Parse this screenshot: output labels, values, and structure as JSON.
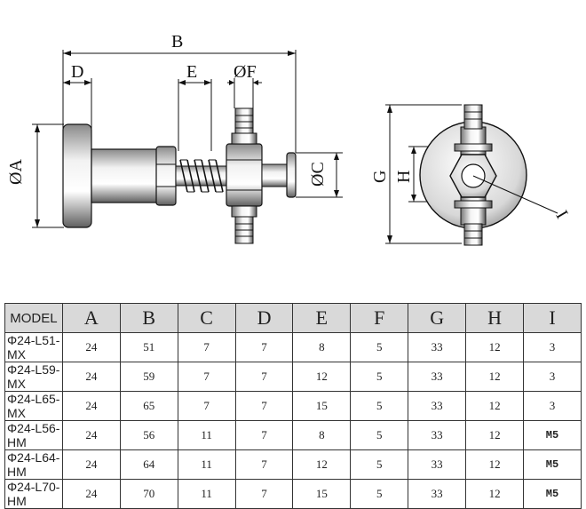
{
  "drawing": {
    "side_labels": {
      "B": "B",
      "D": "D",
      "E": "E",
      "F": "ØF",
      "A": "ØA",
      "C": "ØC"
    },
    "end_labels": {
      "G": "G",
      "H": "H",
      "I": "I"
    }
  },
  "table": {
    "headers": [
      "MODEL",
      "A",
      "B",
      "C",
      "D",
      "E",
      "F",
      "G",
      "H",
      "I"
    ],
    "rows": [
      [
        "Φ24-L51-MX",
        "24",
        "51",
        "7",
        "7",
        "8",
        "5",
        "33",
        "12",
        "3"
      ],
      [
        "Φ24-L59-MX",
        "24",
        "59",
        "7",
        "7",
        "12",
        "5",
        "33",
        "12",
        "3"
      ],
      [
        "Φ24-L65-MX",
        "24",
        "65",
        "7",
        "7",
        "15",
        "5",
        "33",
        "12",
        "3"
      ],
      [
        "Φ24-L56-HM",
        "24",
        "56",
        "11",
        "7",
        "8",
        "5",
        "33",
        "12",
        "M5"
      ],
      [
        "Φ24-L64-HM",
        "24",
        "64",
        "11",
        "7",
        "12",
        "5",
        "33",
        "12",
        "M5"
      ],
      [
        "Φ24-L70-HM",
        "24",
        "70",
        "11",
        "7",
        "15",
        "5",
        "33",
        "12",
        "M5"
      ]
    ]
  }
}
